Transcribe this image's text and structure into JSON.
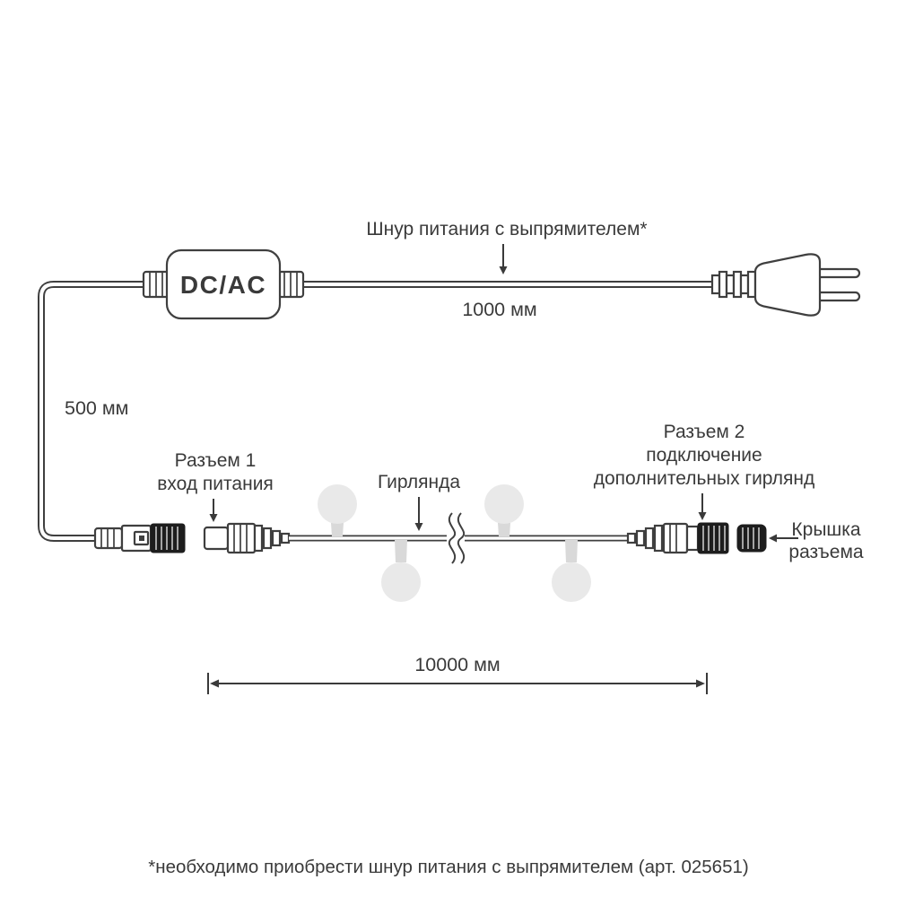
{
  "colors": {
    "outline": "#3f3f3f",
    "text": "#3a3a3a",
    "dark_parts": "#1d1d1d",
    "bulb": "#e9e9e9",
    "background": "#ffffff"
  },
  "diagram": {
    "power_cord_label": "Шнур питания с выпрямителем*",
    "power_cord_length": "1000 мм",
    "adapter_label": "DC/AC",
    "input_cable_length": "500 мм",
    "connector1": {
      "line1": "Разъем 1",
      "line2": "вход питания"
    },
    "garland_label": "Гирлянда",
    "connector2": {
      "line1": "Разъем 2",
      "line2": "подключение",
      "line3": "дополнительных гирлянд"
    },
    "cap": {
      "line1": "Крышка",
      "line2": "разъема"
    },
    "garland_length": "10000 мм",
    "footnote": "*необходимо приобрести шнур питания с выпрямителем (арт. 025651)"
  }
}
